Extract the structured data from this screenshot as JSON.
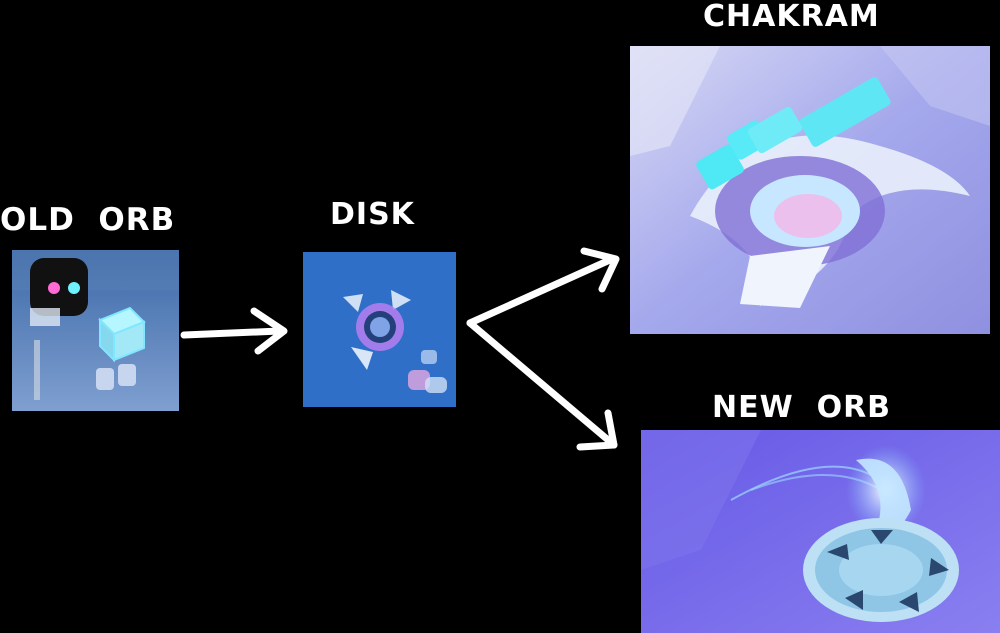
{
  "labels": {
    "old_orb": "OLD  ORB",
    "disk": "DISK",
    "chakram": "CHAKRAM",
    "new_orb": "NEW  ORB"
  },
  "colors": {
    "background": "#000000",
    "arrow": "#ffffff",
    "panel_blue": "#2f6fc7",
    "panel_lavender": "#9a9ff0",
    "panel_violet": "#6a5ae0",
    "cyan": "#4fe8f5"
  },
  "images": {
    "old_orb": "robot-with-cube-render",
    "disk": "disk-render",
    "chakram": "chakram-render",
    "new_orb": "new-orb-render"
  }
}
